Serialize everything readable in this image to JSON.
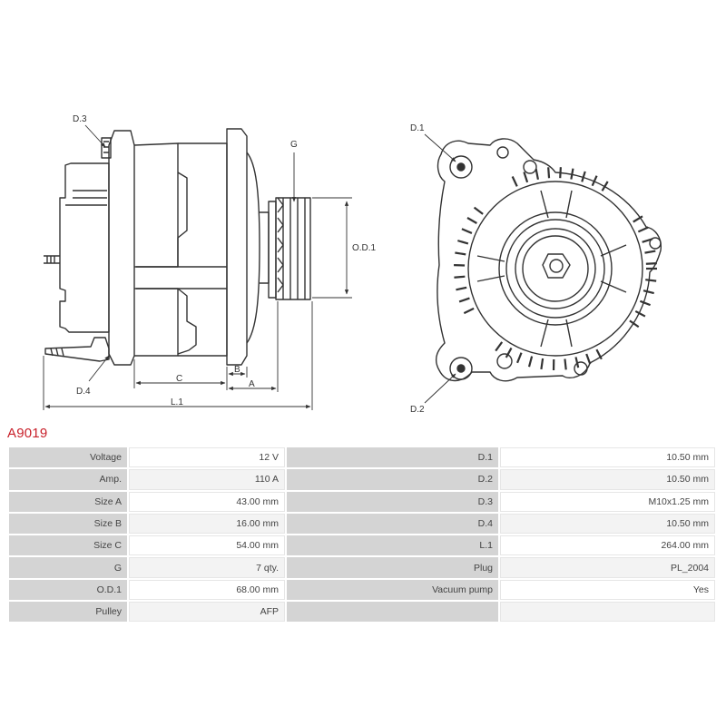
{
  "product": {
    "code": "A9019"
  },
  "drawing_labels": {
    "d3": "D.3",
    "g": "G",
    "od1": "O.D.1",
    "c": "C",
    "b": "B",
    "a": "A",
    "l1": "L.1",
    "d4": "D.4",
    "d1": "D.1",
    "d2": "D.2"
  },
  "specs": {
    "left": [
      {
        "label": "Voltage",
        "value": "12 V"
      },
      {
        "label": "Amp.",
        "value": "110 A"
      },
      {
        "label": "Size A",
        "value": "43.00 mm"
      },
      {
        "label": "Size B",
        "value": "16.00 mm"
      },
      {
        "label": "Size C",
        "value": "54.00 mm"
      },
      {
        "label": "G",
        "value": "7 qty."
      },
      {
        "label": "O.D.1",
        "value": "68.00 mm"
      },
      {
        "label": "Pulley",
        "value": "AFP"
      }
    ],
    "right": [
      {
        "label": "D.1",
        "value": "10.50 mm"
      },
      {
        "label": "D.2",
        "value": "10.50 mm"
      },
      {
        "label": "D.3",
        "value": "M10x1.25 mm"
      },
      {
        "label": "D.4",
        "value": "10.50 mm"
      },
      {
        "label": "L.1",
        "value": "264.00 mm"
      },
      {
        "label": "Plug",
        "value": "PL_2004"
      },
      {
        "label": "Vacuum pump",
        "value": "Yes"
      },
      {
        "label": "",
        "value": ""
      }
    ]
  }
}
